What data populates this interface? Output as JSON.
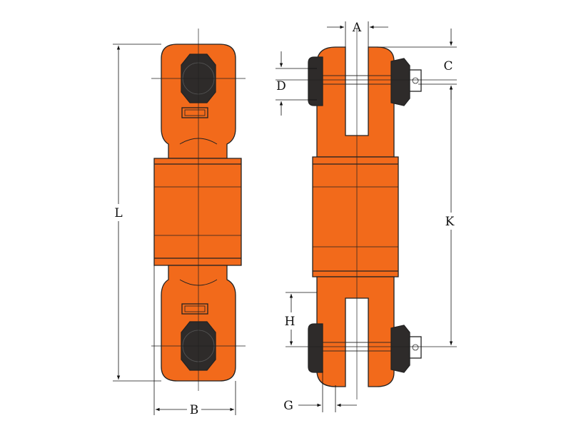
{
  "colors": {
    "body_orange": "#f26a1b",
    "shade_orange": "#d95c12",
    "outline": "#222222",
    "hex_nut": "#2e2b2a",
    "background": "#ffffff"
  },
  "labels": {
    "A": "A",
    "B": "B",
    "C": "C",
    "D": "D",
    "G": "G",
    "H": "H",
    "K": "K",
    "L": "L"
  }
}
